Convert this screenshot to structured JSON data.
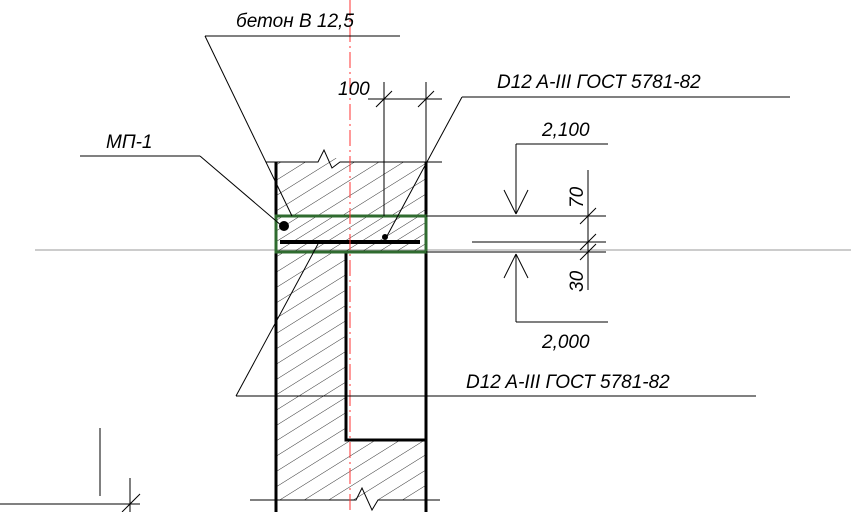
{
  "drawing": {
    "concrete_label": "бетон В 12,5",
    "lintel_label": "МП-1",
    "rebar_top_label": "D12 A-III  ГОСТ 5781-82",
    "rebar_bottom_label": "D12 A-III  ГОСТ 5781-82",
    "dim_100": "100",
    "dim_70": "70",
    "dim_30": "30",
    "elev_top": "2,100",
    "elev_bottom": "2,000"
  },
  "colors": {
    "lines": "#000000",
    "lintel_outline": "#2f6b2f",
    "axis": "#ff3333",
    "background": "#ffffff"
  }
}
